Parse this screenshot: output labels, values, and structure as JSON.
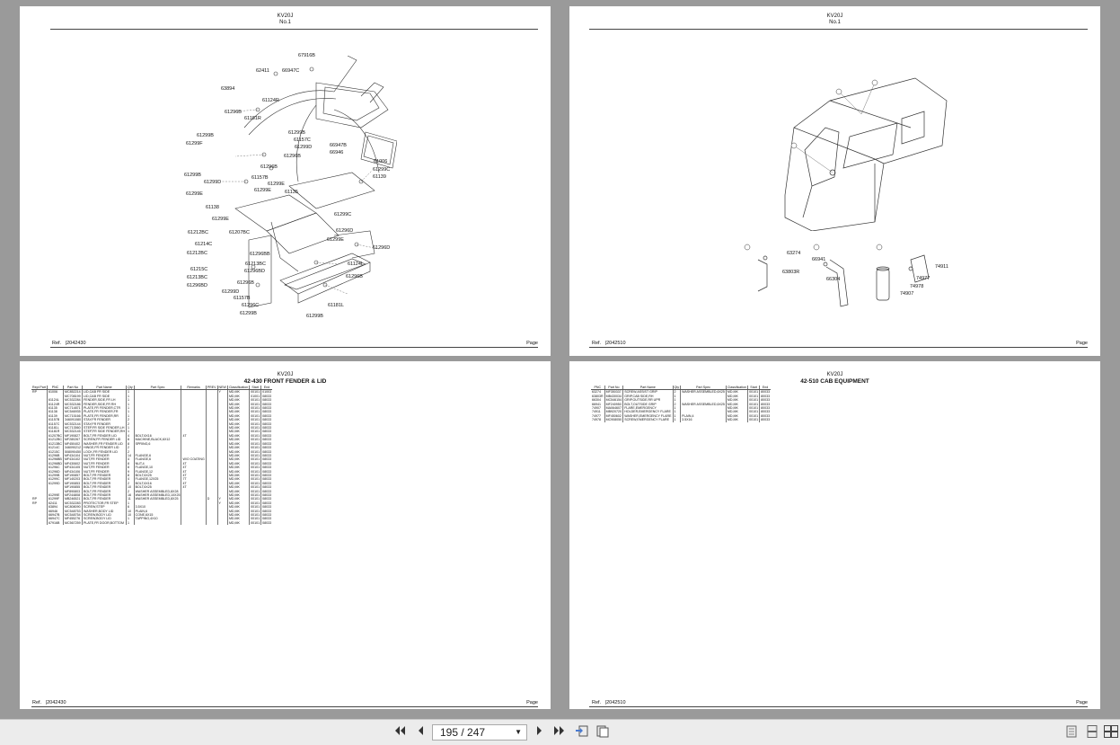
{
  "model": "KV20J",
  "diagram_no": "No.1",
  "ref_label": "Ref.",
  "page_label": "Page",
  "left_diagram": {
    "ref_code": "2042430",
    "callouts": [
      "67916B",
      "62411",
      "66947C",
      "63894",
      "61124R",
      "61296B",
      "61181R",
      "61299B",
      "61299F",
      "61299B",
      "61157C",
      "61299D",
      "61296B",
      "66947B",
      "66946",
      "61296B",
      "61006",
      "61299C",
      "61139",
      "61299B",
      "61157B",
      "61299D",
      "61299E",
      "61299E",
      "61135",
      "61299E",
      "61138",
      "61299C",
      "61299E",
      "61296D",
      "61299E",
      "61212BC",
      "61207BC",
      "61214C",
      "61212BC",
      "61296BB",
      "61296D",
      "61213BC",
      "61124L",
      "61215C",
      "61296BD",
      "61213BC",
      "61296B",
      "61296BD",
      "61296B",
      "61299D",
      "61157B",
      "61296C",
      "61181L",
      "61299B",
      "61299B"
    ]
  },
  "right_diagram": {
    "ref_code": "2042510",
    "callouts": [
      "63274",
      "66941",
      "74911",
      "63803R",
      "66304",
      "74977",
      "74978",
      "74907"
    ]
  },
  "left_table": {
    "ref_code": "2042430",
    "title": "42-430 FRONT FENDER & LID",
    "headers": [
      "Repl Part",
      "PNC",
      "Part No",
      "Part Name",
      "Qty",
      "Part Spec",
      "Remarks",
      "PREV",
      "NEW",
      "Classification",
      "Start",
      "End"
    ],
    "rows": [
      [
        "RP",
        "61006",
        "MC852214",
        "LID,CAB FR SIDE",
        "1",
        "",
        "",
        "",
        "Y",
        "MD,MK",
        "00101",
        "01003"
      ],
      [
        "",
        "",
        "MC708199",
        "LID,CAB FR SIDE",
        "1",
        "",
        "",
        "",
        "",
        "MD,MK",
        "01001",
        "08033"
      ],
      [
        "",
        "61124L",
        "MC532284",
        "FENDER,SIDE,FR LH",
        "1",
        "",
        "",
        "",
        "",
        "MD,MK",
        "00101",
        "08033"
      ],
      [
        "",
        "61124R",
        "MC532186",
        "FENDER,SIDE,FR RH",
        "1",
        "",
        "",
        "",
        "",
        "MD,MK",
        "00101",
        "08033"
      ],
      [
        "",
        "61135",
        "MC714871",
        "PLATE,FR FENDER,CTR",
        "1",
        "",
        "",
        "",
        "",
        "MD,MK",
        "00101",
        "08033"
      ],
      [
        "",
        "61138",
        "MC546935",
        "PLATE,FR FENDER,FR",
        "1",
        "",
        "",
        "",
        "",
        "MD,MK",
        "00101",
        "08033"
      ],
      [
        "",
        "61139",
        "MC715166",
        "PLATE,FR FENDER,RR",
        "1",
        "",
        "",
        "",
        "",
        "MD,MK",
        "00101",
        "08033"
      ],
      [
        "",
        "61157B",
        "346091080",
        "STAY,FR FENDER",
        "2",
        "",
        "",
        "",
        "",
        "MD,MK",
        "00101",
        "08033"
      ],
      [
        "",
        "61157C",
        "MC532144",
        "STAY,FR FENDER",
        "2",
        "",
        "",
        "",
        "",
        "MD,MK",
        "00101",
        "08033"
      ],
      [
        "",
        "61181L",
        "MC713560",
        "STEP,FR SIDE FENDER,LH",
        "1",
        "",
        "",
        "",
        "",
        "MD,MK",
        "00101",
        "08033"
      ],
      [
        "",
        "61181R",
        "MC532145",
        "STEP,FR SIDE FENDER,RH",
        "1",
        "",
        "",
        "",
        "",
        "MD,MK",
        "00101",
        "08033"
      ],
      [
        "",
        "61207BC",
        "MF190827",
        "BOLT,FR FENDER LID",
        "4",
        "BOLT,6X16",
        "4T",
        "",
        "",
        "MD,MK",
        "00101",
        "08033"
      ],
      [
        "",
        "61212BC",
        "MF280267",
        "SCREW,FR FENDER LID",
        "8",
        "MACHINE,BLACK,6X12",
        "",
        "",
        "",
        "MD,MK",
        "00101",
        "08033"
      ],
      [
        "",
        "61213BC",
        "MF450402",
        "WASHER,FR FENDER LID",
        "8",
        "SPRING,6",
        "",
        "",
        "",
        "MD,MK",
        "00101",
        "08033"
      ],
      [
        "",
        "61214C",
        "346090212",
        "HINGE,FR FENDER LID",
        "2",
        "",
        "",
        "",
        "",
        "MD,MK",
        "00101",
        "08033"
      ],
      [
        "",
        "61215C",
        "508090450",
        "LOCK,FR FENDER LID",
        "2",
        "",
        "",
        "",
        "",
        "MD,MK",
        "00101",
        "08033"
      ],
      [
        "",
        "61296B",
        "MF434104",
        "NUT,FR FENDER",
        "14",
        "FLANGE,6",
        "",
        "",
        "",
        "MD,MK",
        "00101",
        "08033"
      ],
      [
        "",
        "61296BB",
        "MF434102",
        "NUT,FR FENDER",
        "4",
        "FLANGE,6",
        "W/O COATING",
        "",
        "",
        "MD,MK",
        "00101",
        "08033"
      ],
      [
        "",
        "61296BD",
        "MF430602",
        "NUT,FR FENDER",
        "8",
        "NUT,4",
        "4T",
        "",
        "",
        "MD,MK",
        "00101",
        "08033"
      ],
      [
        "",
        "61296C",
        "MF434105",
        "NUT,FR FENDER",
        "8",
        "FLANGE,10",
        "4T",
        "",
        "",
        "MD,MK",
        "00101",
        "08033"
      ],
      [
        "",
        "61296D",
        "MF434106",
        "NUT,FR FENDER",
        "9",
        "FLANGE,12",
        "4T",
        "",
        "",
        "MD,MK",
        "00101",
        "08033"
      ],
      [
        "",
        "61299B",
        "MF190857",
        "BOLT,FR FENDER",
        "8",
        "BOLT,6X25",
        "4T",
        "",
        "",
        "MD,MK",
        "00101",
        "08033"
      ],
      [
        "",
        "61299C",
        "MF140203",
        "BOLT,FR FENDER",
        "4",
        "FLANGE,12X25",
        "7T",
        "",
        "",
        "MD,MK",
        "00101",
        "08033"
      ],
      [
        "",
        "61299D",
        "MF190853",
        "BOLT,FR FENDER",
        "2",
        "BOLT,6X16",
        "4T",
        "",
        "",
        "MD,MK",
        "00101",
        "08033"
      ],
      [
        "",
        "",
        "MF190855",
        "BOLT,FR FENDER",
        "10",
        "BOLT,6X25",
        "4T",
        "",
        "",
        "MD,MK",
        "00101",
        "08033"
      ],
      [
        "",
        "",
        "MF890803",
        "BOLT,FR FENDER",
        "2",
        "WASHER ASSEMBLED,8X28",
        "",
        "",
        "",
        "MD,MK",
        "00101",
        "08033"
      ],
      [
        "",
        "61299E",
        "MF244808",
        "BOLT,FR FENDER",
        "16",
        "WASHER ASSEMBLED,10X25",
        "",
        "",
        "",
        "MD,MK",
        "00101",
        "08033"
      ],
      [
        "RP",
        "61299F",
        "MB246521",
        "BOLT,FR FENDER",
        "11",
        "WASHER ASSEMBLED,8X25",
        "",
        "D",
        "Y",
        "MD,MK",
        "00101",
        "08033"
      ],
      [
        "RP",
        "62411",
        "MC532283",
        "PROTECTOR,FR STEP",
        "1",
        "",
        "",
        "",
        "Y",
        "MD,MK",
        "00101",
        "08033"
      ],
      [
        "",
        "63894",
        "MC808090",
        "SCREW,STEP",
        "6",
        "3.5X10",
        "",
        "",
        "",
        "MD,MK",
        "00101",
        "08033"
      ],
      [
        "",
        "66946",
        "MC548753",
        "WASHER,BODY LID",
        "10",
        "PLAIN,6",
        "",
        "",
        "",
        "MD,MK",
        "00101",
        "08033"
      ],
      [
        "",
        "66947B",
        "MC548754",
        "SCREW,BODY LID",
        "10",
        "CONE,6X15",
        "",
        "",
        "",
        "MD,MK",
        "00101",
        "08033"
      ],
      [
        "",
        "66947C",
        "MF455276",
        "SCREW,BODY LID",
        "1",
        "TAPPING,4X10",
        "",
        "",
        "",
        "MD,MK",
        "00101",
        "08033"
      ],
      [
        "",
        "67916B",
        "MC567259",
        "PLATE,FR DOOR,BOTTOM",
        "1",
        "",
        "",
        "",
        "",
        "MD,MK",
        "00101",
        "08033"
      ]
    ]
  },
  "right_table": {
    "ref_code": "2042510",
    "title": "42-510 CAB EQUIPMENT",
    "headers": [
      "PNC",
      "Part No",
      "Part Name",
      "Qty",
      "Part Spec",
      "Classification",
      "Start",
      "End"
    ],
    "rows": [
      [
        "63274",
        "MF350337",
        "SCREW,ASSIST GRIP",
        "2",
        "WASHER ASSEMBLED,6X25",
        "MD,MK",
        "00101",
        "80033"
      ],
      [
        "63803R",
        "MB430034",
        "GRIP,CAB SIDE,RH",
        "1",
        "",
        "MD,MK",
        "00101",
        "80033"
      ],
      [
        "66304",
        "MC546154",
        "GRIP,OUTSIDE,RR UPR",
        "1",
        "",
        "MD,MK",
        "00101",
        "80033"
      ],
      [
        "66941",
        "MF240950",
        "BOLT,OUTSIDE GRIP",
        "2",
        "WASHER ASSEMBLED,6X25",
        "MD,MK",
        "00101",
        "80033"
      ],
      [
        "74907",
        "MA064607",
        "FLARE,EMERGENCY",
        "1",
        "",
        "MD,MK",
        "00101",
        "80033"
      ],
      [
        "74911",
        "MB920720",
        "HOLDER,EMERGENCY FLARE",
        "1",
        "",
        "MD,MK",
        "00101",
        "80033"
      ],
      [
        "74977",
        "MF450602",
        "WASHER,EMERGENCY FLARE",
        "1",
        "PLAIN,4",
        "MD,MK",
        "00101",
        "80033"
      ],
      [
        "74978",
        "MC908050",
        "SCREW,EMERGENCY FLARE",
        "1",
        "3.5X16",
        "MD,MK",
        "00101",
        "80033"
      ]
    ]
  },
  "toolbar": {
    "page_value": "195 / 247",
    "first_page_icon": "first-page-icon",
    "prev_page_icon": "prev-page-icon",
    "next_page_icon": "next-page-icon",
    "last_page_icon": "last-page-icon"
  }
}
